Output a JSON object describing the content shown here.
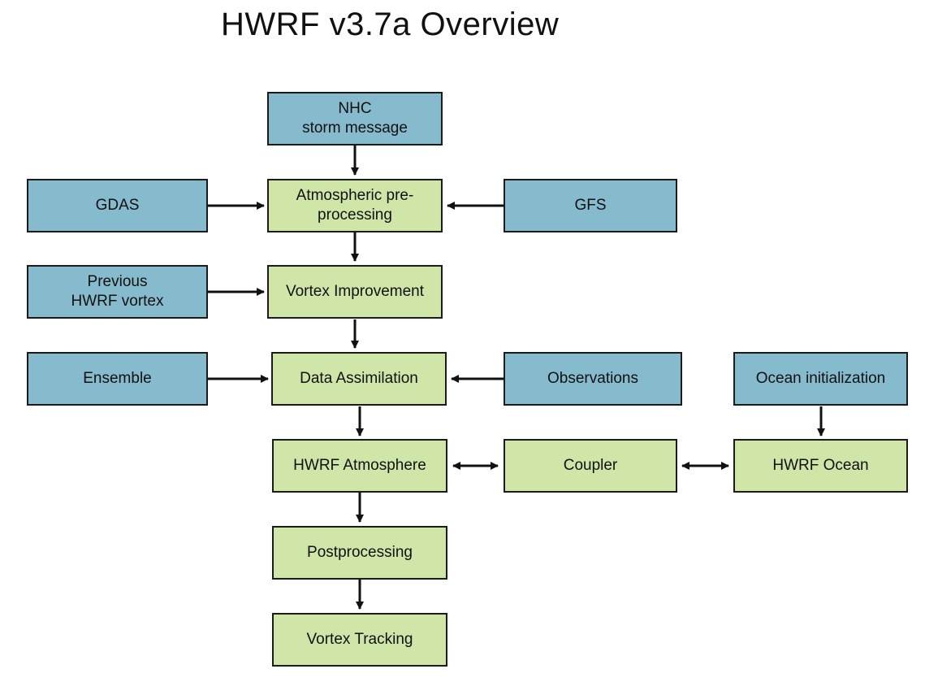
{
  "title": "HWRF v3.7a Overview",
  "colors": {
    "input_box": "#86bacd",
    "process_box": "#cfe6a8",
    "stroke": "#1b1b1b"
  },
  "nodes": {
    "nhc": "NHC\nstorm message",
    "gdas": "GDAS",
    "atm_pre": "Atmospheric pre-\nprocessing",
    "gfs": "GFS",
    "prev_vortex": "Previous\nHWRF vortex",
    "vortex_improve": "Vortex Improvement",
    "ensemble": "Ensemble",
    "data_assim": "Data Assimilation",
    "observations": "Observations",
    "ocean_init": "Ocean initialization",
    "hwrf_atm": "HWRF Atmosphere",
    "coupler": "Coupler",
    "hwrf_ocean": "HWRF Ocean",
    "postproc": "Postprocessing",
    "vortex_track": "Vortex Tracking"
  },
  "edges": [
    {
      "from": "nhc",
      "to": "atm_pre"
    },
    {
      "from": "gdas",
      "to": "atm_pre"
    },
    {
      "from": "gfs",
      "to": "atm_pre"
    },
    {
      "from": "atm_pre",
      "to": "vortex_improve"
    },
    {
      "from": "prev_vortex",
      "to": "vortex_improve"
    },
    {
      "from": "vortex_improve",
      "to": "data_assim"
    },
    {
      "from": "ensemble",
      "to": "data_assim"
    },
    {
      "from": "observations",
      "to": "data_assim"
    },
    {
      "from": "data_assim",
      "to": "hwrf_atm"
    },
    {
      "from": "ocean_init",
      "to": "hwrf_ocean"
    },
    {
      "from": "hwrf_atm",
      "to": "coupler",
      "bidirectional": true
    },
    {
      "from": "coupler",
      "to": "hwrf_ocean",
      "bidirectional": true
    },
    {
      "from": "hwrf_atm",
      "to": "postproc"
    },
    {
      "from": "postproc",
      "to": "vortex_track"
    }
  ]
}
